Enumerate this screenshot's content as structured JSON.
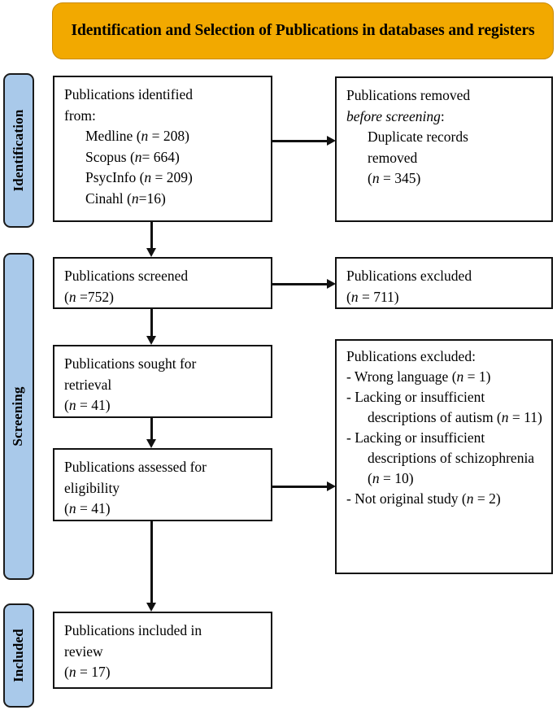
{
  "header": {
    "title": "Identification and Selection of Publications in databases and registers",
    "background_color": "#F2A900",
    "text_color": "#000000"
  },
  "phases": [
    {
      "id": "identification",
      "label": "Identification",
      "color": "#A9C9EA"
    },
    {
      "id": "screening",
      "label": "Screening",
      "color": "#A9C9EA"
    },
    {
      "id": "included",
      "label": "Included",
      "color": "#A9C9EA"
    }
  ],
  "boxes": {
    "identified": {
      "heading": "Publications identified from:",
      "line1": "Publications identified",
      "line2": "from:",
      "sources": [
        {
          "name": "Medline",
          "n_text": "(n = 208)",
          "n": 208
        },
        {
          "name": "Scopus",
          "n_text": "(n= 664)",
          "n": 664
        },
        {
          "name": "PsycInfo",
          "n_text": "(n = 209)",
          "n": 209
        },
        {
          "name": "Cinahl",
          "n_text": "(n=16)",
          "n": 16
        }
      ]
    },
    "removed": {
      "line1": "Publications removed",
      "line2_italic": "before screening",
      "line2_tail": ":",
      "detail1": "Duplicate records",
      "detail2": "removed",
      "count_text": "(n = 345)",
      "count": 345
    },
    "screened": {
      "line1": "Publications screened",
      "count_text": "(n =752)",
      "count": 752
    },
    "excluded1": {
      "line1": "Publications excluded",
      "count_text": "(n = 711)",
      "count": 711
    },
    "sought": {
      "line1": "Publications sought for",
      "line2": "retrieval",
      "count_text": "(n = 41)",
      "count": 41
    },
    "excluded2": {
      "heading": "Publications excluded:",
      "reasons": [
        {
          "text": "- Wrong language (n = 1)",
          "n": 1
        },
        {
          "text": "- Lacking or insufficient descriptions of autism (n = 11)",
          "n": 11
        },
        {
          "text": "- Lacking or insufficient descriptions of schizophrenia (n = 10)",
          "n": 10
        },
        {
          "text": "- Not original study (n = 2)",
          "n": 2
        }
      ]
    },
    "assessed": {
      "line1": "Publications assessed for",
      "line2": "eligibility",
      "count_text": "(n = 41)",
      "count": 41
    },
    "included": {
      "line1": "Publications included in",
      "line2": "review",
      "count_text": "(n = 17)",
      "count": 17
    }
  }
}
